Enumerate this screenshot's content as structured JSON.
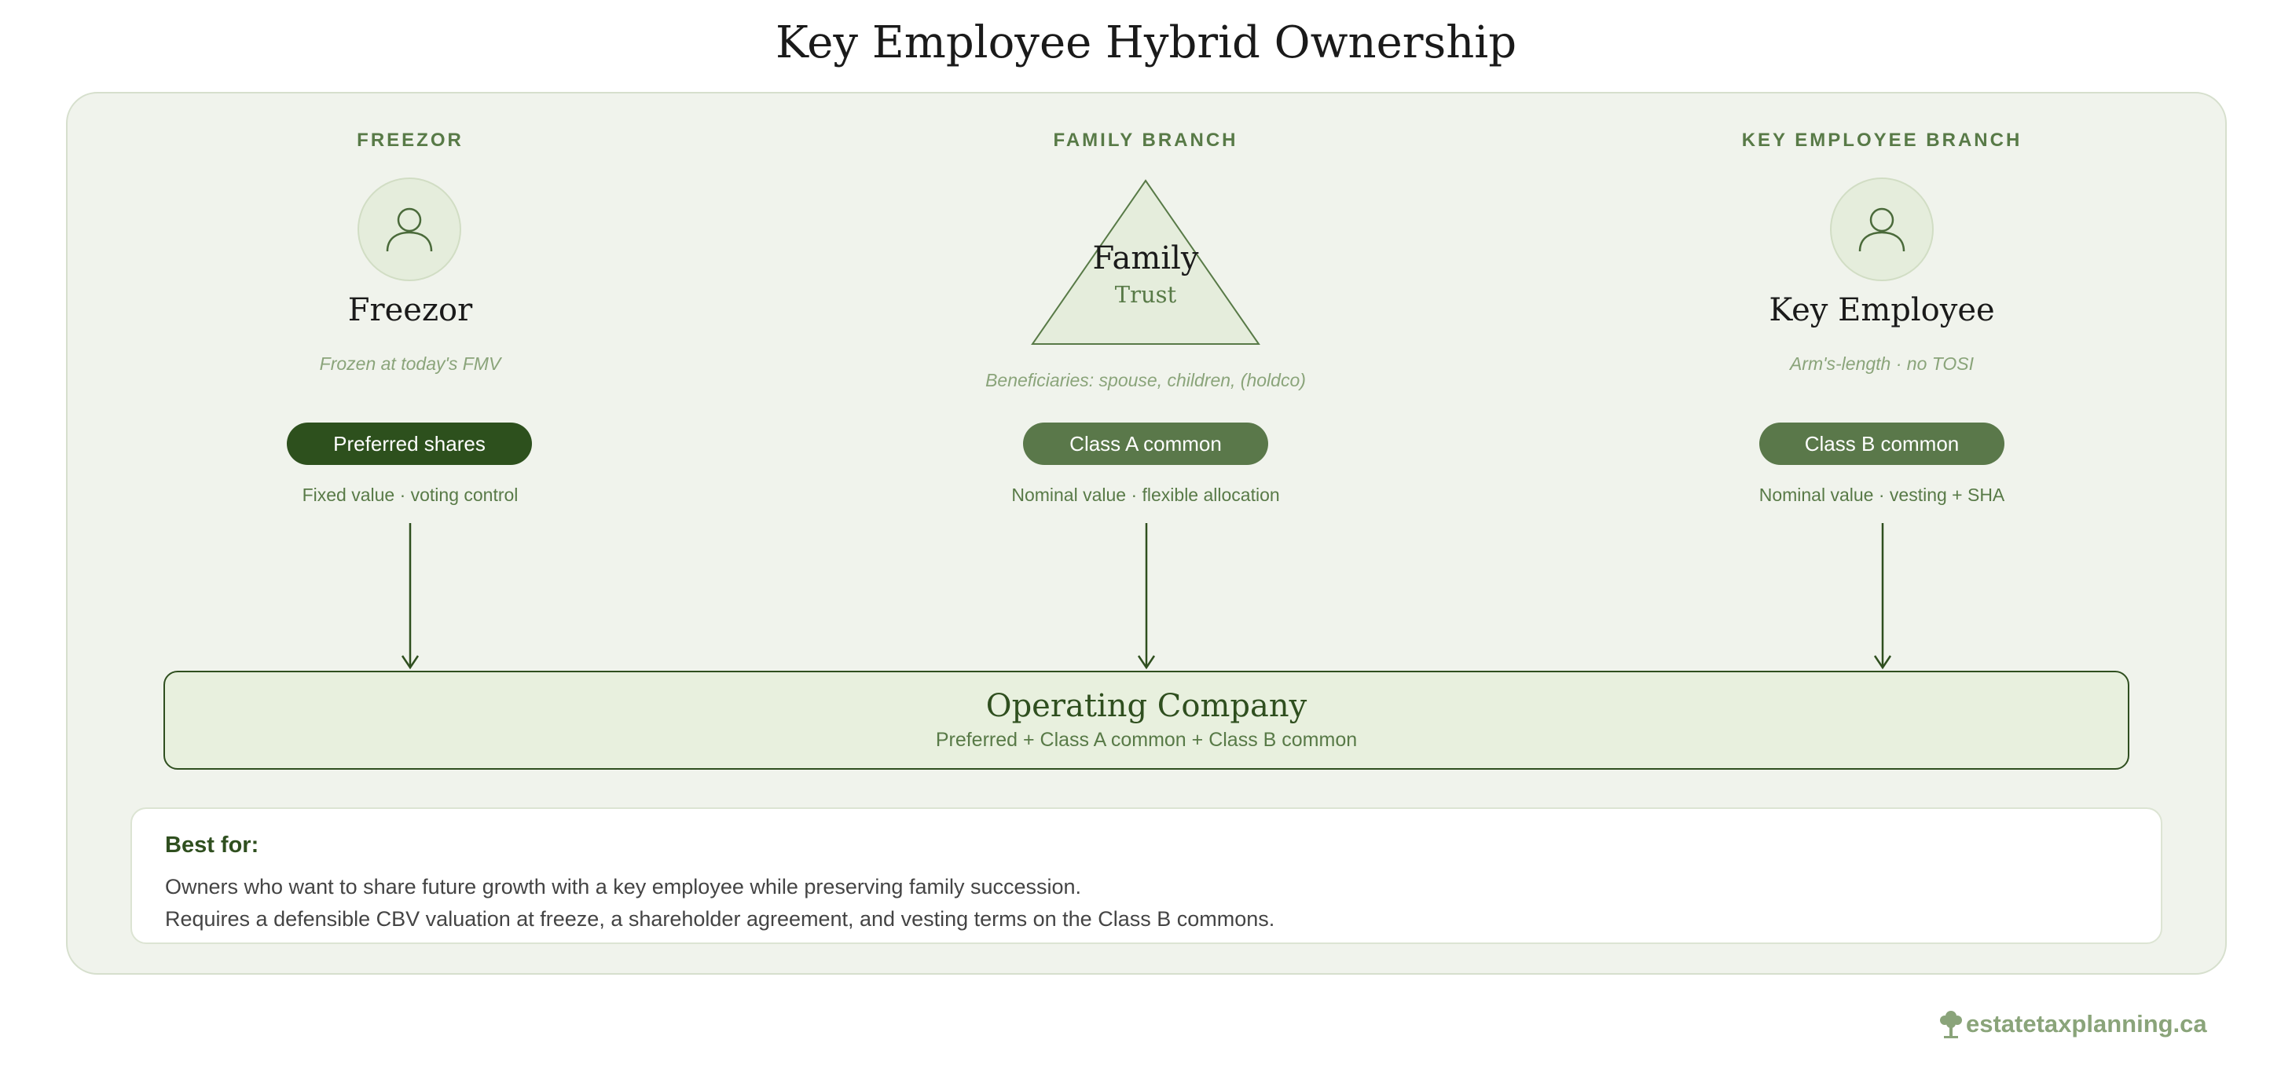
{
  "title": "Key Employee Hybrid Ownership",
  "branches": {
    "freezor": {
      "label": "FREEZOR",
      "name": "Freezor",
      "note": "Frozen at today's FMV",
      "shares": "Preferred shares",
      "shares_desc": "Fixed value · voting control",
      "icon": "person-icon",
      "pill_color": "#2d501d"
    },
    "family": {
      "label": "FAMILY BRANCH",
      "name": "Family",
      "name_sub": "Trust",
      "note": "Beneficiaries: spouse, children, (holdco)",
      "shares": "Class A common",
      "shares_desc": "Nominal value · flexible allocation",
      "icon": "trust-triangle-icon",
      "pill_color": "#5a784a"
    },
    "employee": {
      "label": "KEY EMPLOYEE BRANCH",
      "name": "Key Employee",
      "note": "Arm's-length · no TOSI",
      "shares": "Class B common",
      "shares_desc": "Nominal value · vesting + SHA",
      "icon": "person-icon",
      "pill_color": "#5a784a"
    }
  },
  "operating_company": {
    "title": "Operating Company",
    "subtitle": "Preferred + Class A common + Class B common"
  },
  "best_for": {
    "title": "Best for:",
    "lines": [
      "Owners who want to share future growth with a key employee while preserving family succession.",
      "Requires a defensible CBV valuation at freeze, a shareholder agreement, and vesting terms on the Class B commons."
    ]
  },
  "logo": {
    "text": "estatetaxplanning.ca",
    "icon": "tree-icon"
  },
  "colors": {
    "accent_dark": "#2d501d",
    "accent": "#5a784a",
    "panel_bg": "#f0f3ec",
    "opco_bg": "#e8f0de"
  }
}
